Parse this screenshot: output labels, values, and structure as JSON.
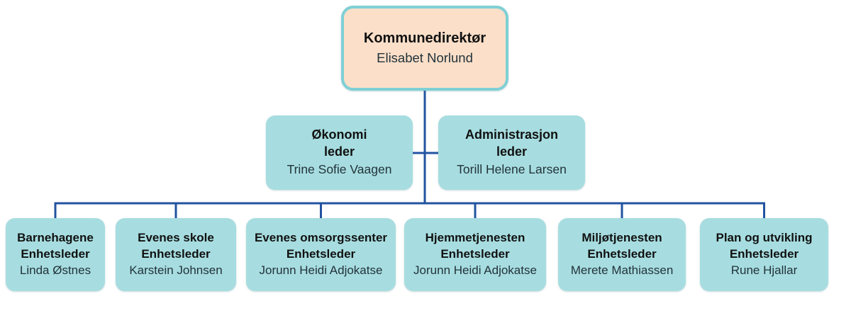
{
  "diagram_type": "org-chart",
  "colors": {
    "root_fill": "#fbdfc9",
    "root_border": "#7fd0d5",
    "node_fill": "#a7dde0",
    "connector_line": "#2253a0",
    "title_text": "#111111",
    "name_text": "#22333a"
  },
  "org": {
    "root": {
      "title": "Kommunedirektør",
      "name": "Elisabet Norlund"
    },
    "staff": [
      {
        "title": "Økonomi\nleder",
        "name": "Trine Sofie Vaagen"
      },
      {
        "title": "Administrasjon\nleder",
        "name": "Torill Helene Larsen"
      }
    ],
    "units": [
      {
        "title": "Barnehagene\nEnhetsleder",
        "name": "Linda Østnes"
      },
      {
        "title": "Evenes skole\nEnhetsleder",
        "name": "Karstein Johnsen"
      },
      {
        "title": "Evenes omsorgssenter\nEnhetsleder",
        "name": "Jorunn Heidi Adjokatse"
      },
      {
        "title": "Hjemmetjenesten\nEnhetsleder",
        "name": "Jorunn Heidi Adjokatse"
      },
      {
        "title": "Miljøtjenesten\nEnhetsleder",
        "name": "Merete Mathiassen"
      },
      {
        "title": "Plan og utvikling\nEnhetsleder",
        "name": "Rune Hjallar"
      }
    ]
  }
}
